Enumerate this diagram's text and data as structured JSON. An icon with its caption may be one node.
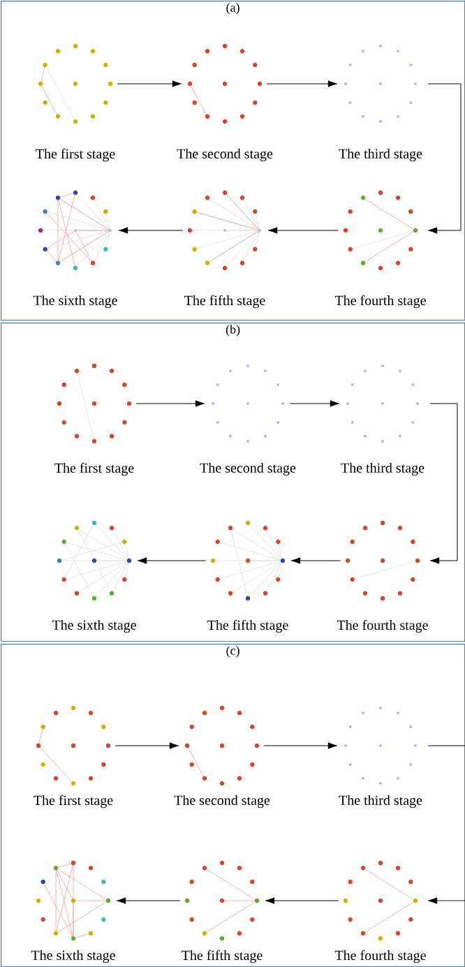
{
  "diagram": {
    "nodes": [
      {
        "text": [
          "(a)"
        ]
      },
      {
        "text": [],
        "shape": "picture",
        "in": 0,
        "beside": [
          "The first stage"
        ]
      },
      {
        "text": [],
        "shape": "picture",
        "in": 0,
        "beside": [
          "The second stage"
        ]
      },
      {
        "text": [],
        "shape": "picture",
        "in": 0,
        "beside": [
          "The third stage"
        ]
      },
      {
        "text": [],
        "shape": "picture",
        "in": 0,
        "beside": [
          "The sixth stage"
        ]
      },
      {
        "text": [],
        "shape": "picture",
        "in": 0,
        "beside": [
          "The fifth stage"
        ]
      },
      {
        "text": [],
        "shape": "picture",
        "in": 0,
        "beside": [
          "The fourth stage"
        ]
      },
      {
        "text": [
          "(b)"
        ]
      },
      {
        "text": [],
        "shape": "picture",
        "in": 7,
        "beside": [
          "The first stage"
        ]
      },
      {
        "text": [],
        "shape": "picture",
        "in": 7,
        "beside": [
          "The second stage"
        ]
      },
      {
        "text": [],
        "shape": "picture",
        "in": 7,
        "beside": [
          "The third stage"
        ]
      },
      {
        "text": [],
        "shape": "picture",
        "in": 7,
        "beside": [
          "The sixth stage"
        ]
      },
      {
        "text": [],
        "shape": "picture",
        "in": 7,
        "beside": [
          "The fifth stage"
        ]
      },
      {
        "text": [],
        "shape": "picture",
        "in": 7,
        "beside": [
          "The fourth stage"
        ]
      },
      {
        "text": [
          "(c)"
        ]
      },
      {
        "text": [],
        "shape": "picture",
        "in": 14,
        "beside": [
          "The first stage"
        ]
      },
      {
        "text": [],
        "shape": "picture",
        "in": 14,
        "beside": [
          "The second stage"
        ]
      },
      {
        "text": [],
        "shape": "picture",
        "in": 14,
        "beside": [
          "The third stage"
        ]
      },
      {
        "text": [],
        "shape": "picture",
        "in": 14,
        "beside": [
          "The sixth stage"
        ]
      },
      {
        "text": [],
        "shape": "picture",
        "in": 14,
        "beside": [
          "The fifth stage"
        ]
      },
      {
        "text": [],
        "shape": "picture",
        "in": 14,
        "beside": [
          "The fourth stage"
        ]
      }
    ],
    "edges": [
      {
        "from": 1,
        "to": 2,
        "arrow": "to"
      },
      {
        "from": 2,
        "to": 3,
        "arrow": "to"
      },
      {
        "from": 3,
        "to": 6,
        "arrow": "to"
      },
      {
        "from": 6,
        "to": 5,
        "arrow": "to"
      },
      {
        "from": 5,
        "to": 4,
        "arrow": "to"
      },
      {
        "from": 8,
        "to": 9,
        "arrow": "to"
      },
      {
        "from": 9,
        "to": 10,
        "arrow": "to"
      },
      {
        "from": 10,
        "to": 13,
        "arrow": "to"
      },
      {
        "from": 13,
        "to": 12,
        "arrow": "to"
      },
      {
        "from": 12,
        "to": 11,
        "arrow": "to"
      },
      {
        "from": 15,
        "to": 16,
        "arrow": "to"
      },
      {
        "from": 16,
        "to": 17,
        "arrow": "to"
      },
      {
        "from": 17,
        "to": 20,
        "arrow": "to"
      },
      {
        "from": 20,
        "to": 19,
        "arrow": "to"
      },
      {
        "from": 19,
        "to": 18,
        "arrow": "to"
      }
    ]
  }
}
